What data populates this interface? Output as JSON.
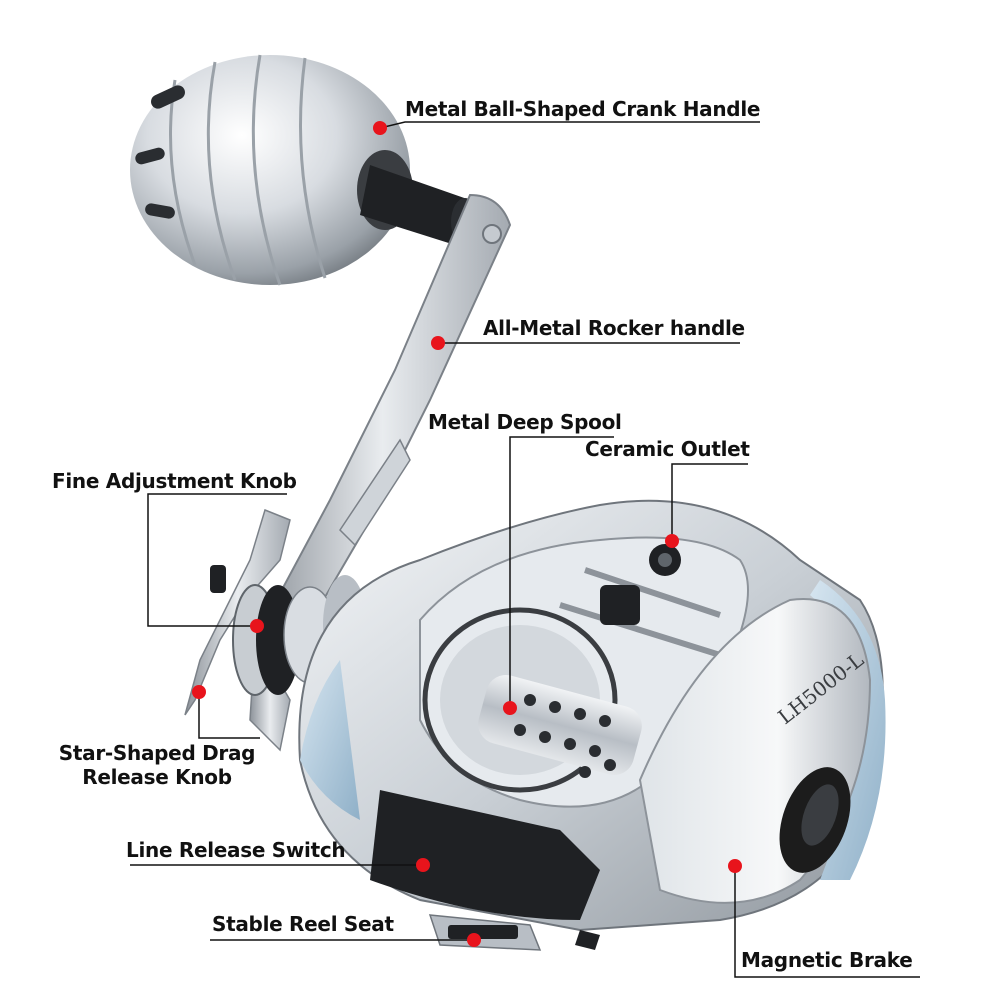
{
  "product": {
    "model_text": "LH5000-L"
  },
  "callouts": {
    "crank_handle": "Metal Ball-Shaped Crank Handle",
    "rocker_handle": "All-Metal Rocker handle",
    "deep_spool": "Metal Deep Spool",
    "ceramic_outlet": "Ceramic Outlet",
    "fine_adjustment": "Fine Adjustment Knob",
    "star_drag_line1": "Star-Shaped Drag",
    "star_drag_line2": "Release Knob",
    "line_release": "Line Release Switch",
    "reel_seat": "Stable Reel Seat",
    "magnetic_brake": "Magnetic Brake"
  },
  "colors": {
    "dot": "#e8141c",
    "line": "#111111",
    "metal_light": "#eef1f4",
    "metal_mid": "#b9bfc6",
    "metal_dark": "#6f757c",
    "accent_blue": "#a9c6dc",
    "black_part": "#1c1c1c"
  }
}
